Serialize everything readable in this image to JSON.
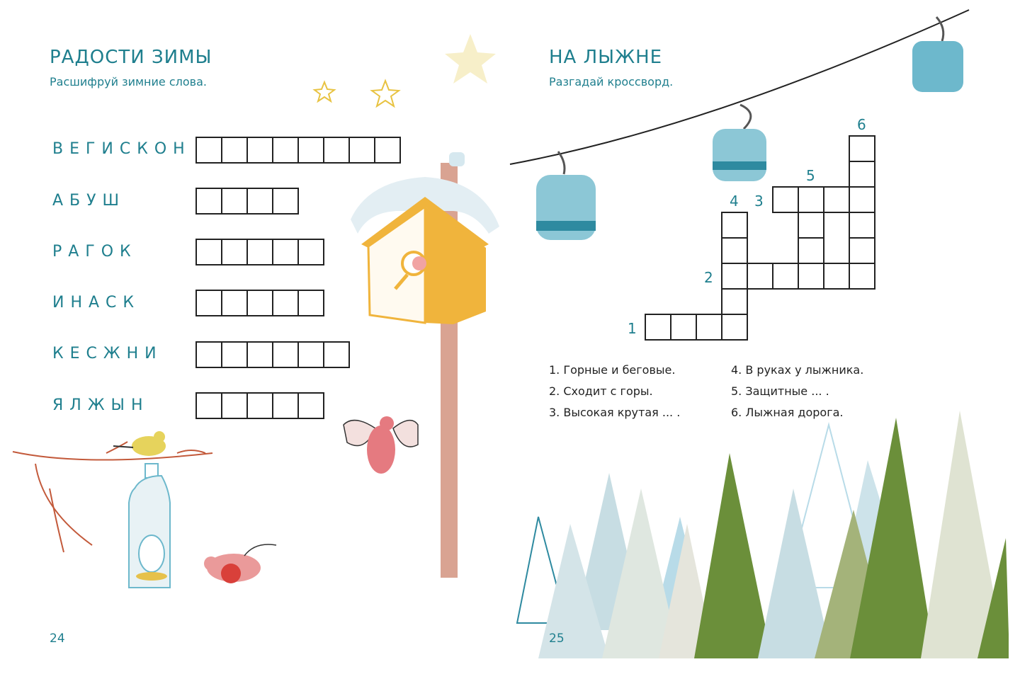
{
  "left_page": {
    "title": "РАДОСТИ ЗИМЫ",
    "subtitle": "Расшифруй зимние слова.",
    "words": [
      {
        "text": "ВЕГИСКОН",
        "letters": 8
      },
      {
        "text": "АБУШ",
        "letters": 4
      },
      {
        "text": "РАГОК",
        "letters": 5
      },
      {
        "text": "ИНАСК",
        "letters": 5
      },
      {
        "text": "КЕСЖНИ",
        "letters": 6
      },
      {
        "text": "ЯЛЖЫН",
        "letters": 5
      }
    ],
    "page_number": "24"
  },
  "right_page": {
    "title": "НА ЛЫЖНЕ",
    "subtitle": "Разгадай кроссворд.",
    "numbers": [
      "1",
      "2",
      "3",
      "4",
      "5",
      "6"
    ],
    "clues_left": [
      "1. Горные и беговые.",
      "2. Сходит с горы.",
      "3. Высокая крутая ... ."
    ],
    "clues_right": [
      "4. В руках у лыжника.",
      "5. Защитные ... .",
      "6. Лыжная дорога."
    ],
    "page_number": "25"
  },
  "colors": {
    "accent": "#1f7f8e",
    "birdhouse": "#f0b43c",
    "pole": "#d9a392",
    "gondola": "#6db8cc",
    "tree_green": "#6b8f3a",
    "tree_light": "#c7dde3"
  }
}
